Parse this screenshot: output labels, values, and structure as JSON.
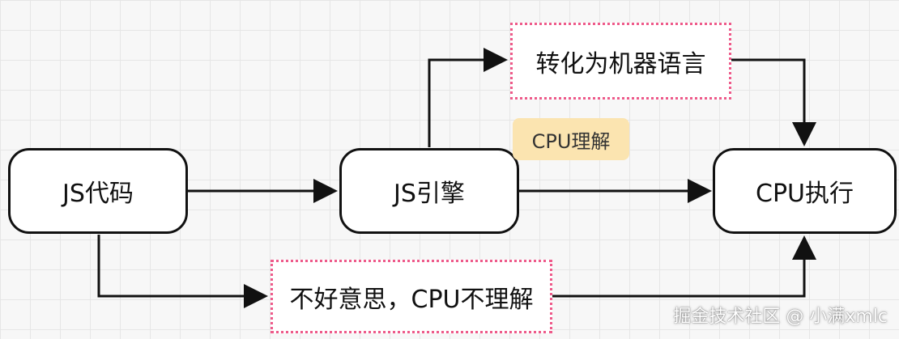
{
  "nodes": {
    "js_code": "JS代码",
    "js_engine": "JS引擎",
    "cpu_execute": "CPU执行"
  },
  "notes": {
    "machine_language": "转化为机器语言",
    "cpu_not_understand": "不好意思，CPU不理解"
  },
  "tags": {
    "cpu_understand": "CPU理解"
  },
  "watermark": "掘金技术社区 @ 小满xmlc",
  "colors": {
    "note_border": "#ee5a8a",
    "tag_fill": "#fbe4b0",
    "stroke": "#111111"
  }
}
